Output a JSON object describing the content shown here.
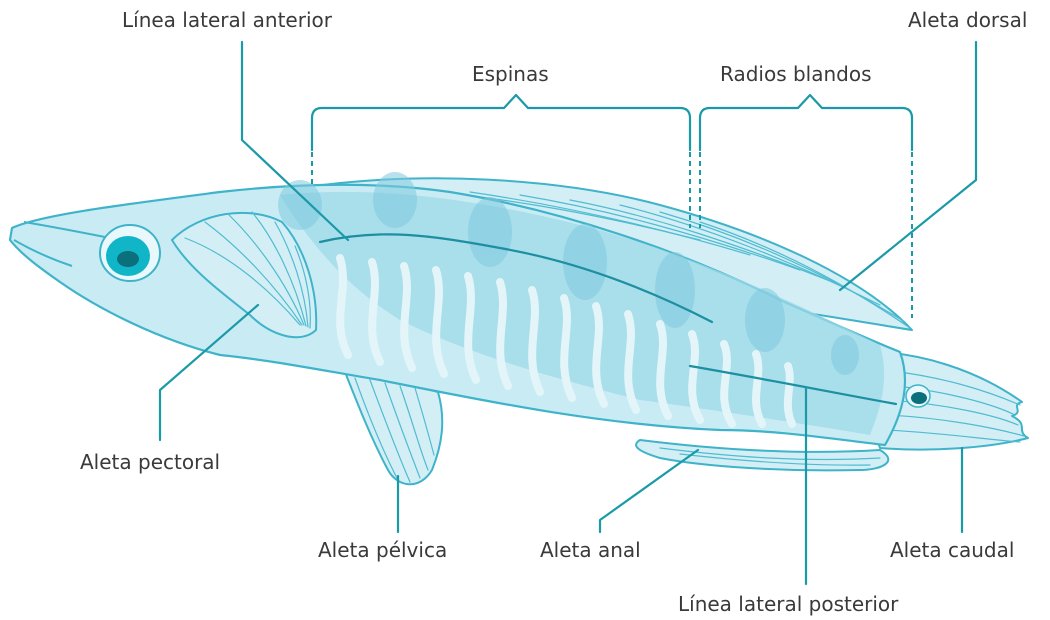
{
  "labels": {
    "linea_lateral_anterior": "Línea lateral anterior",
    "espinas": "Espinas",
    "radios_blandos": "Radios blandos",
    "aleta_dorsal": "Aleta dorsal",
    "aleta_pectoral": "Aleta pectoral",
    "aleta_pelvica": "Aleta pélvica",
    "aleta_anal": "Aleta anal",
    "aleta_caudal": "Aleta caudal",
    "linea_lateral_posterior": "Línea lateral posterior"
  },
  "colors": {
    "body_light": "#c9ecf4",
    "body_mid": "#9dd9e8",
    "outline": "#3fb3c9",
    "leader": "#1a9aa8",
    "eye": "#10b6c8",
    "text": "#3a3a3a"
  }
}
